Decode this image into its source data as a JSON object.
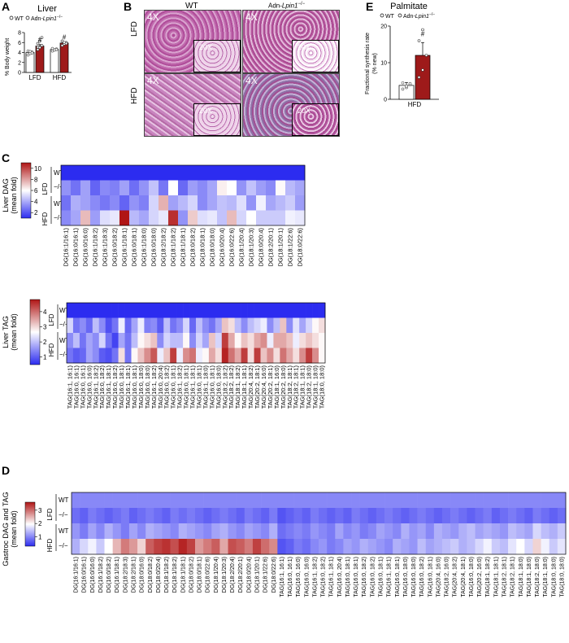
{
  "panels": {
    "A": {
      "letter": "A",
      "title": "Liver",
      "legend": {
        "wt": "WT",
        "ko_prefix": "Adn-",
        "ko_gene": "Lpin1",
        "ko_suffix": "−/−"
      },
      "ylabel": "% Body weight",
      "yticks": [
        "0",
        "2",
        "4",
        "6",
        "8"
      ],
      "categories": [
        "LFD",
        "HFD"
      ],
      "sig": "#"
    },
    "B": {
      "letter": "B",
      "col_wt": "WT",
      "col_ko_prefix": "Adn-",
      "col_ko_gene": "Lpin1",
      "col_ko_suffix": "−/−",
      "rows": [
        "LFD",
        "HFD"
      ],
      "mag_main": "4X",
      "mag_inset": "20X"
    },
    "C": {
      "letter": "C",
      "dag_colorbar_label": "Liver DAG",
      "tag_colorbar_label": "Liver TAG",
      "colorbar_unit": "(mean fold)",
      "dag_ticks": [
        "10",
        "8",
        "6",
        "4",
        "2"
      ],
      "tag_ticks": [
        "4",
        "3",
        "2",
        "1"
      ],
      "row_groups": [
        "LFD",
        "HFD"
      ],
      "row_genotypes": [
        "WT",
        "−/−"
      ]
    },
    "D": {
      "letter": "D",
      "colorbar_label": "Gastroc DAG and TAG",
      "colorbar_unit": "(mean fold)",
      "ticks": [
        "3",
        "2",
        "1"
      ],
      "row_groups": [
        "LFD",
        "HFD"
      ],
      "row_genotypes": [
        "WT",
        "−/−"
      ]
    },
    "E": {
      "letter": "E",
      "title": "Palmitate",
      "legend": {
        "wt": "WT",
        "ko_prefix": "Adn-",
        "ko_gene": "Lpin1",
        "ko_suffix": "−/−"
      },
      "ylabel_line1": "Fractional synthesis rate",
      "ylabel_line2": "(% new)",
      "yticks": [
        "0",
        "10",
        "20"
      ],
      "category": "HFD",
      "sig": "#"
    }
  },
  "chart_data": [
    {
      "id": "A",
      "type": "bar",
      "title": "Liver",
      "ylabel": "% Body weight",
      "ylim": [
        0,
        8
      ],
      "categories": [
        "LFD",
        "HFD"
      ],
      "series": [
        {
          "name": "WT",
          "values": [
            4.0,
            4.6
          ],
          "errors": [
            0.2,
            0.15
          ],
          "color": "#ffffff"
        },
        {
          "name": "Adn-Lpin1−/−",
          "values": [
            5.3,
            5.9
          ],
          "errors": [
            0.3,
            0.25
          ],
          "color": "#9e1a1a"
        }
      ],
      "points": {
        "WT": [
          [
            3.5,
            3.8,
            4.1,
            4.3,
            4.2,
            3.9
          ],
          [
            4.3,
            4.5,
            4.7,
            4.8,
            4.5,
            4.6
          ]
        ],
        "KO": [
          [
            4.6,
            5.0,
            5.4,
            5.8,
            6.3,
            7.0,
            5.1
          ],
          [
            5.4,
            5.7,
            6.0,
            6.3,
            6.0,
            5.8
          ]
        ]
      }
    },
    {
      "id": "E",
      "type": "bar",
      "title": "Palmitate",
      "ylabel": "Fractional synthesis rate (% new)",
      "ylim": [
        0,
        20
      ],
      "categories": [
        "HFD"
      ],
      "series": [
        {
          "name": "WT",
          "values": [
            3.8
          ],
          "errors": [
            0.8
          ],
          "color": "#ffffff"
        },
        {
          "name": "Adn-Lpin1−/−",
          "values": [
            12.0
          ],
          "errors": [
            3.5
          ],
          "color": "#9e1a1a"
        }
      ],
      "points": {
        "WT": [
          2.8,
          3.2,
          4.0,
          4.5,
          3.6,
          4.3
        ],
        "KO": [
          6.0,
          8.0,
          12.0,
          16.0,
          19.0
        ]
      }
    },
    {
      "id": "C-DAG",
      "type": "heatmap",
      "colorbar": "Liver DAG (mean fold)",
      "zlim": [
        1,
        10
      ],
      "rows": [
        "LFD WT",
        "LFD −/−",
        "HFD WT",
        "HFD −/−"
      ],
      "columns": [
        "DG(16:1/16:1)",
        "DG(16:0/16:1)",
        "DG(16:0/16:0)",
        "DG(16:1/18:2)",
        "DG(16:1/18:3)",
        "DG(16:0/18:2)",
        "DG(16:1/18:1)",
        "DG(16:0/18:1)",
        "DG(16:1/18:0)",
        "DG(16:0/18:0)",
        "DG(18:2/18:2)",
        "DG(18:1/18:2)",
        "DG(18:1/18:1)",
        "DG(18:0/18:2)",
        "DG(18:0/18:1)",
        "DG(18:0/18:0)",
        "DG(16:0/20:4)",
        "DG(16:0/22:6)",
        "DG(18:1/20:4)",
        "DG(18:1/20:3)",
        "DG(18:0/20:4)",
        "DG(18:2/20:1)",
        "DG(18:1/20:1)",
        "DG(18:1/22:6)",
        "DG(18:0/22:6)"
      ],
      "values": [
        [
          1,
          1,
          1,
          1,
          1,
          1,
          1,
          1,
          1,
          1,
          1,
          1,
          1,
          1,
          1,
          1,
          1,
          1,
          1,
          1,
          1,
          1,
          1,
          1,
          1
        ],
        [
          3.2,
          2.5,
          3.5,
          2.2,
          3.0,
          2.8,
          3.5,
          2.4,
          3.2,
          4.2,
          2.6,
          5.5,
          2.3,
          3.4,
          3.0,
          3.6,
          5.8,
          5.5,
          3.2,
          4.2,
          3.4,
          3.0,
          5.6,
          4.0,
          3.6
        ],
        [
          2.5,
          3.8,
          3.5,
          3.0,
          2.6,
          3.0,
          2.2,
          3.2,
          2.8,
          4.6,
          7.0,
          3.5,
          4.0,
          4.6,
          3.0,
          3.6,
          4.2,
          4.0,
          4.8,
          3.2,
          5.2,
          3.6,
          4.0,
          4.4,
          3.4
        ],
        [
          3.0,
          3.6,
          6.8,
          3.4,
          4.8,
          5.0,
          10.0,
          4.0,
          3.6,
          4.6,
          5.0,
          9.5,
          3.2,
          6.5,
          4.8,
          5.0,
          4.2,
          6.8,
          4.6,
          5.5,
          4.4,
          4.4,
          4.4,
          5.2,
          5.0
        ]
      ]
    },
    {
      "id": "C-TAG",
      "type": "heatmap",
      "colorbar": "Liver TAG (mean fold)",
      "zlim": [
        1,
        4.5
      ],
      "rows": [
        "LFD WT",
        "LFD −/−",
        "HFD WT",
        "HFD −/−"
      ],
      "columns": [
        "TAG(16:1, 16:1)",
        "TAG(16:0, 16:1)",
        "TAG(16:0, 16:1)",
        "TAG(16:0, 16:0)",
        "TAG(16:1, 18:2)",
        "TAG(16:0, 18:2)",
        "TAG(16:1, 18:1)",
        "TAG(16:0, 18:2)",
        "TAG(16:0, 18:1)",
        "TAG(16:1, 18:1)",
        "TAG(16:0, 18:1)",
        "TAG(16:0, 18:0)",
        "TAG(16:0, 18:0)",
        "TAG(16:1, 18:2)",
        "TAG(16:0, 20:4)",
        "TAG(16:0, 18:2)",
        "TAG(16:0, 18:1)",
        "TAG(16:1, 18:2)",
        "TAG(16:0, 18:1)",
        "TAG(16:1, 18:1)",
        "TAG(16:0, 18:1)",
        "TAG(16:1, 18:0)",
        "TAG(16:0, 18:1)",
        "TAG(16:0, 18:0)",
        "TAG(18:2, 18:2)",
        "TAG(18:2, 18:2)",
        "TAG(18:1, 18:2)",
        "TAG(18:1, 18:1)",
        "TAG(20:4, 18:2)",
        "TAG(20:2, 18:1)",
        "TAG(20:4, 16:0)",
        "TAG(20:2, 18:1)",
        "TAG(18:1, 16:0)",
        "TAG(20:2, 18:0)",
        "TAG(18:2, 18:1)",
        "TAG(18:2, 18:1)",
        "TAG(18:1, 18:1)",
        "TAG(18:2, 18:0)",
        "TAG(18:1, 18:0)",
        "TAG(18:0, 18:0)"
      ],
      "values": [
        [
          1,
          1,
          1,
          1,
          1,
          1,
          1,
          1,
          1,
          1,
          1,
          1,
          1,
          1,
          1,
          1,
          1,
          1,
          1,
          1,
          1,
          1,
          1,
          1,
          1,
          1,
          1,
          1,
          1,
          1,
          1,
          1,
          1,
          1,
          1,
          1,
          1,
          1,
          1,
          1
        ],
        [
          2.4,
          1.6,
          1.8,
          1.5,
          2.2,
          1.8,
          1.3,
          1.6,
          2.6,
          1.5,
          2.0,
          2.6,
          1.7,
          1.8,
          1.4,
          2.2,
          1.6,
          1.8,
          2.4,
          1.5,
          2.2,
          1.8,
          1.6,
          2.0,
          3.2,
          3.0,
          2.2,
          1.8,
          2.2,
          2.4,
          2.6,
          1.8,
          2.2,
          3.2,
          1.8,
          2.5,
          2.0,
          2.4,
          2.8,
          3.0
        ],
        [
          1.8,
          2.2,
          1.6,
          2.0,
          1.8,
          2.4,
          1.6,
          1.2,
          2.0,
          1.6,
          2.2,
          2.8,
          3.0,
          3.2,
          1.8,
          2.4,
          2.2,
          2.2,
          2.8,
          1.8,
          2.4,
          2.0,
          3.2,
          2.4,
          4.2,
          3.4,
          2.8,
          3.2,
          3.0,
          3.4,
          3.6,
          2.6,
          3.4,
          3.4,
          3.2,
          2.6,
          3.0,
          3.2,
          3.0,
          2.8
        ],
        [
          1.6,
          1.4,
          1.5,
          2.0,
          1.8,
          1.4,
          1.3,
          1.6,
          3.0,
          1.6,
          2.8,
          3.2,
          3.6,
          4.0,
          2.6,
          3.2,
          4.2,
          2.6,
          3.6,
          3.8,
          2.6,
          2.8,
          3.4,
          3.0,
          4.4,
          3.8,
          3.4,
          4.2,
          3.0,
          4.2,
          3.2,
          3.6,
          3.0,
          3.8,
          3.4,
          3.0,
          3.6,
          4.2,
          3.6,
          2.8
        ]
      ]
    },
    {
      "id": "D",
      "type": "heatmap",
      "colorbar": "Gastroc DAG and TAG (mean fold)",
      "zlim": [
        0.3,
        3.5
      ],
      "rows": [
        "LFD WT",
        "LFD −/−",
        "HFD WT",
        "HFD −/−"
      ],
      "columns": [
        "DG(16:1/16:1)",
        "DG(16:0/16:1)",
        "DG(16:0/16:0)",
        "DG(16:1/18:2)",
        "DG(16:0/18:2)",
        "DG(16:1/18:1)",
        "DG(18:2/18:3)",
        "DG(18:2/18:1)",
        "DG(18:0/16:0)",
        "DG(18:0/18:2)",
        "DG(18:0/20:4)",
        "DG(18:1/18:2)",
        "DG(18:1/18:2)",
        "DG(18:1/18:1)",
        "DG(18:0/18:2)",
        "DG(18:0/18:1)",
        "DG(18:0/22:6)",
        "DG(18:1/20:4)",
        "DG(18:1/20:3)",
        "DG(18:2/20:4)",
        "DG(18:2/20:1)",
        "DG(18:0/20:4)",
        "DG(18:1/20:1)",
        "DG(18:1/22:6)",
        "DG(18:0/22:6)",
        "TAG(16:1, 16:1)",
        "TAG(16:0, 16:1)",
        "TAG(16:0, 16:0)",
        "TAG(16:0, 16:0)",
        "TAG(16:1, 18:2)",
        "TAG(16:0, 18:2)",
        "TAG(16:1, 18:1)",
        "TAG(16:0, 20:4)",
        "TAG(16:0, 18:1)",
        "TAG(16:0, 18:1)",
        "TAG(16:0, 18:2)",
        "TAG(16:0, 18:2)",
        "TAG(16:0, 18:1)",
        "TAG(16:1, 18:1)",
        "TAG(16:0, 18:1)",
        "TAG(16:0, 18:0)",
        "TAG(16:0, 18:0)",
        "TAG(16:0, 18:2)",
        "TAG(16:0, 18:1)",
        "TAG(20:4, 16:0)",
        "TAG(18:2, 16:0)",
        "TAG(20:4, 18:2)",
        "TAG(20:4, 18:1)",
        "TAG(16:0, 18:0)",
        "TAG(20:2, 16:0)",
        "TAG(18:1, 18:2)",
        "TAG(18:1, 18:1)",
        "TAG(18:2, 18:1)",
        "TAG(18:2, 18:1)",
        "TAG(18:1, 18:0)",
        "TAG(18:1, 18:0)",
        "TAG(18:2, 18:0)",
        "TAG(18:1, 18:0)",
        "TAG(18:0, 18:0)",
        "TAG(18:0, 18:0)"
      ],
      "values": [
        [
          1,
          1,
          1,
          1,
          1,
          1,
          1,
          1,
          1,
          1,
          1,
          1,
          1,
          1,
          1,
          1,
          1,
          1,
          1,
          1,
          1,
          1,
          1,
          1,
          1,
          1,
          1,
          1,
          1,
          1,
          1,
          1,
          1,
          1,
          1,
          1,
          1,
          1,
          1,
          1,
          1,
          1,
          1,
          1,
          1,
          1,
          1,
          1,
          1,
          1,
          1,
          1,
          1,
          1,
          1,
          1,
          1,
          1,
          1,
          1
        ],
        [
          0.8,
          0.7,
          0.9,
          0.8,
          0.7,
          0.8,
          0.9,
          0.7,
          0.8,
          0.9,
          0.8,
          0.7,
          0.9,
          0.8,
          0.9,
          0.8,
          0.7,
          0.8,
          0.9,
          0.8,
          0.7,
          0.9,
          0.8,
          0.7,
          0.9,
          0.6,
          0.7,
          0.8,
          0.7,
          0.9,
          0.8,
          0.7,
          0.8,
          0.7,
          0.9,
          0.8,
          0.7,
          0.8,
          0.9,
          0.8,
          0.7,
          0.8,
          0.9,
          0.8,
          0.7,
          0.8,
          0.9,
          0.8,
          0.7,
          0.8,
          0.9,
          0.7,
          0.8,
          0.9,
          0.8,
          0.7,
          0.9,
          0.8,
          0.7,
          0.8
        ],
        [
          1.1,
          0.9,
          1.2,
          1.0,
          1.3,
          1.1,
          0.9,
          1.2,
          1.0,
          1.3,
          1.2,
          1.1,
          1.0,
          1.3,
          1.2,
          1.1,
          1.0,
          1.2,
          1.3,
          1.1,
          1.0,
          1.2,
          1.1,
          1.0,
          1.3,
          0.8,
          0.9,
          1.0,
          0.9,
          1.1,
          1.0,
          0.9,
          1.2,
          1.0,
          1.1,
          0.9,
          1.0,
          1.2,
          1.1,
          1.0,
          1.3,
          1.1,
          1.2,
          1.0,
          1.3,
          1.2,
          1.1,
          1.3,
          1.4,
          1.2,
          1.3,
          1.2,
          1.1,
          1.4,
          1.3,
          1.2,
          1.6,
          1.4,
          1.3,
          1.5
        ],
        [
          1.3,
          1.6,
          1.8,
          1.5,
          1.9,
          2.4,
          2.8,
          2.6,
          2.2,
          3.0,
          3.2,
          3.3,
          3.1,
          3.4,
          3.2,
          2.6,
          2.8,
          3.0,
          2.5,
          3.1,
          3.0,
          2.8,
          3.2,
          2.9,
          2.7,
          0.6,
          0.7,
          0.9,
          0.8,
          1.0,
          1.1,
          0.9,
          1.0,
          1.2,
          1.1,
          1.3,
          1.2,
          1.1,
          1.0,
          1.3,
          1.2,
          1.1,
          1.4,
          1.2,
          1.3,
          1.4,
          1.5,
          1.3,
          1.4,
          1.6,
          1.8,
          1.5,
          1.4,
          1.7,
          1.9,
          1.6,
          2.2,
          1.8,
          1.5,
          1.7
        ]
      ]
    }
  ]
}
